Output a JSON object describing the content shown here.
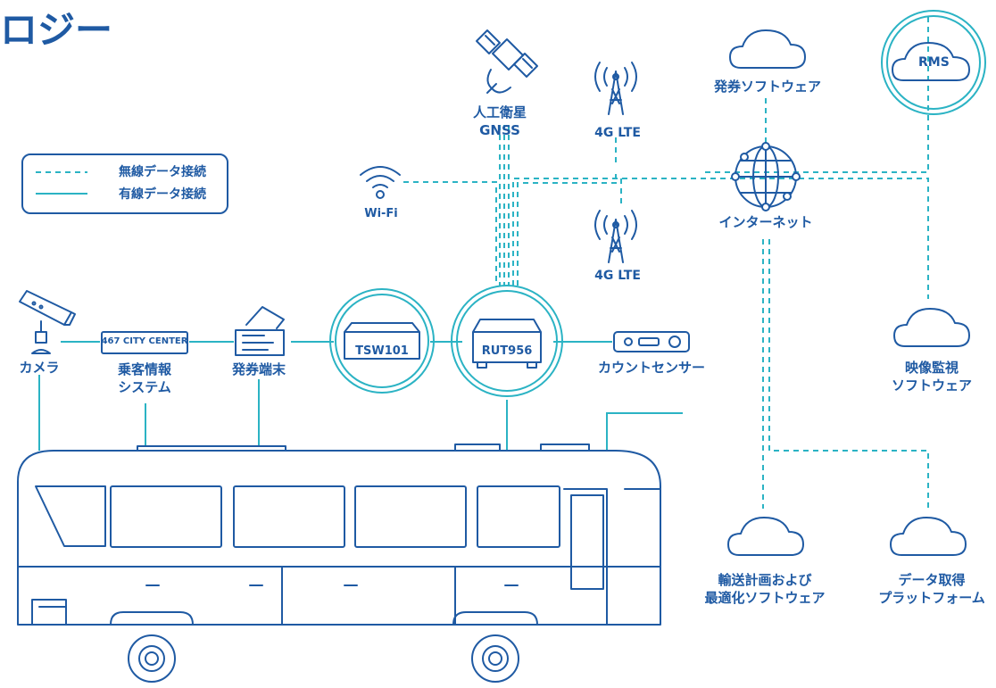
{
  "header": {
    "title": "ロジー"
  },
  "legend": {
    "wireless": "無線データ接続",
    "wired": "有線データ接続"
  },
  "nodes": {
    "satellite": "人工衛星\nGNSS",
    "lte_top": "4G LTE",
    "lte_bottom": "4G LTE",
    "wifi": "Wi-Fi",
    "internet": "インターネット",
    "ticketing_software": "発券ソフトウェア",
    "rms": "RMS",
    "video_software": "映像監視\nソフトウェア",
    "transport_software": "輸送計画および\n最適化ソフトウェア",
    "data_platform": "データ取得\nプラットフォーム",
    "camera": "カメラ",
    "passenger_info": "乗客情報\nシステム",
    "passenger_display": "467 CITY CENTER",
    "ticket_terminal": "発券端末",
    "tsw": "TSW101",
    "rut": "RUT956",
    "count_sensor": "カウントセンサー"
  },
  "colors": {
    "primary": "#1f5aa3",
    "connection": "#2bb3c4"
  }
}
